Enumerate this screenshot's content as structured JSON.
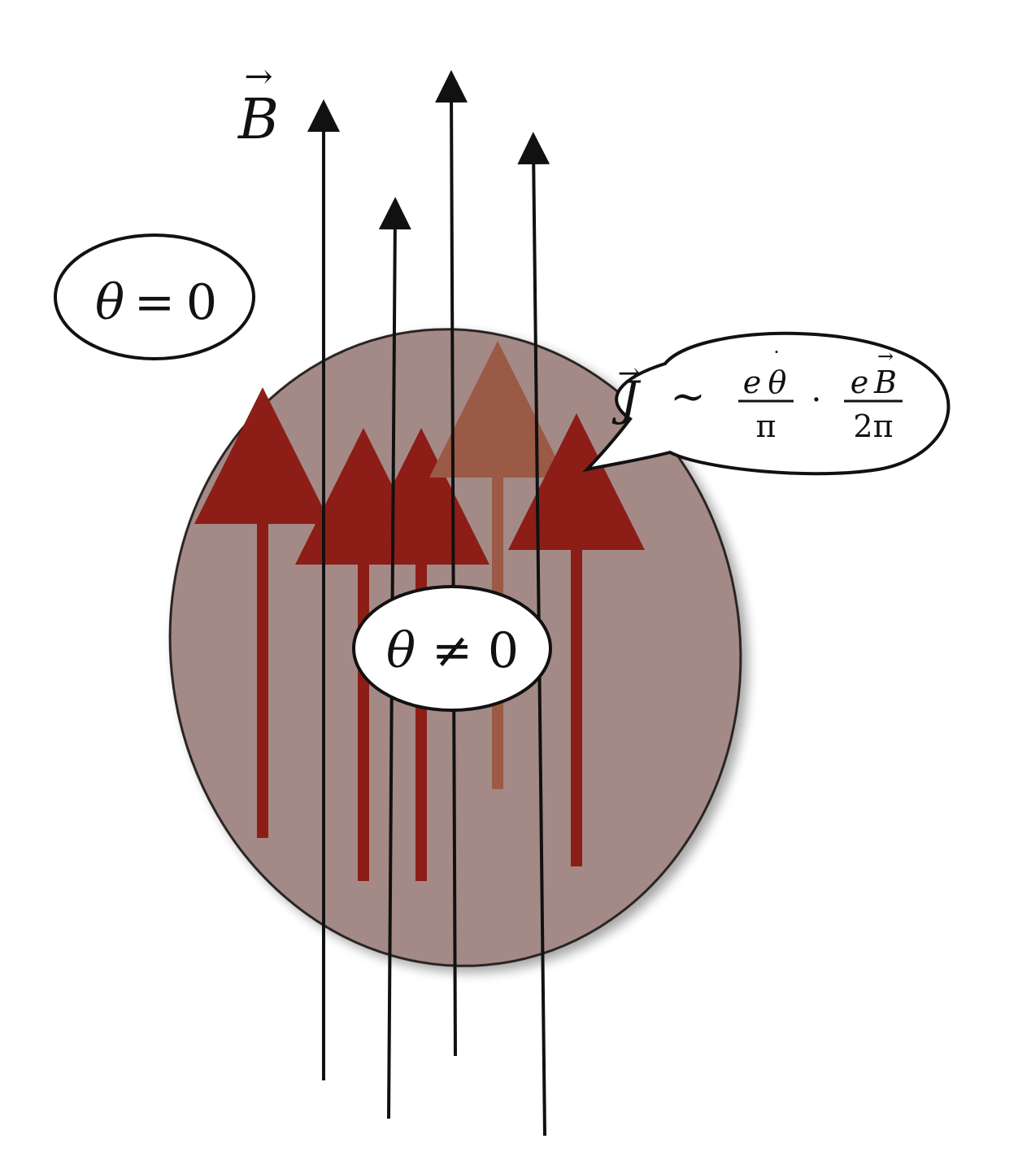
{
  "diagram": {
    "colors": {
      "background": "#ffffff",
      "region_fill": "#a48a86",
      "region_stroke": "#2a2424",
      "field_line": "#111111",
      "current_arrow": "#8c1e17",
      "current_arrow_faded": "#9b5a45",
      "bubble_fill": "#ffffff",
      "bubble_stroke": "#111111"
    },
    "labels": {
      "field": {
        "symbol": "B",
        "vector_mark": "→"
      },
      "outside_condition": {
        "symbol": "θ",
        "relation": "=",
        "value": "0"
      },
      "inside_condition": {
        "symbol": "θ",
        "dot": "˙",
        "relation": "≠",
        "value": "0"
      },
      "current_formula": {
        "lhs_symbol": "J",
        "vector_mark": "→",
        "relation": "∼",
        "frac1_num_e": "e",
        "frac1_num_theta": "θ",
        "frac1_num_dot": "˙",
        "frac1_den": "π",
        "operator": "·",
        "frac2_num_e": "e",
        "frac2_num_B": "B",
        "frac2_num_vector": "→",
        "frac2_den": "2π"
      }
    }
  }
}
